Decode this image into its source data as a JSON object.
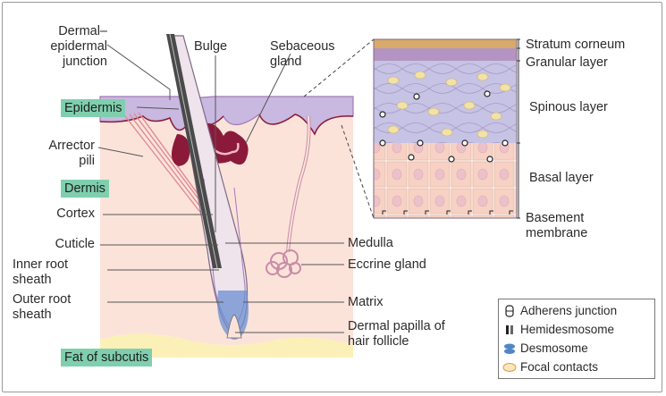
{
  "labels": {
    "dermal_epidermal_junction": "Dermal–\nepidermal\njunction",
    "bulge": "Bulge",
    "sebaceous_gland": "Sebaceous\ngland",
    "epidermis": "Epidermis",
    "arrector_pili": "Arrector\npili",
    "dermis": "Dermis",
    "cortex": "Cortex",
    "cuticle": "Cuticle",
    "inner_root_sheath": "Inner root\nsheath",
    "outer_root_sheath": "Outer root\nsheath",
    "fat_of_subcutis": "Fat of subcutis",
    "medulla": "Medulla",
    "eccrine_gland": "Eccrine gland",
    "matrix": "Matrix",
    "dermal_papilla": "Dermal papilla of\nhair follicle",
    "stratum_corneum": "Stratum corneum",
    "granular_layer": "Granular layer",
    "spinous_layer": "Spinous layer",
    "basal_layer": "Basal layer",
    "basement_membrane": "Basement\nmembrane"
  },
  "legend": [
    {
      "icon": "adherens-junction-icon",
      "label": "Adherens junction"
    },
    {
      "icon": "hemidesmosome-icon",
      "label": "Hemidesmosome"
    },
    {
      "icon": "desmosome-icon",
      "label": "Desmosome"
    },
    {
      "icon": "focal-contacts-icon",
      "label": "Focal contacts"
    }
  ],
  "colors": {
    "epidermis_tag": "#7fcfae",
    "epidermis_tissue": "#c9b8e0",
    "dermis_tissue": "#fbe3da",
    "subcutis_fat": "#fbf0b8",
    "gland": "#8b1a3a",
    "leader_lines": "#555555"
  }
}
